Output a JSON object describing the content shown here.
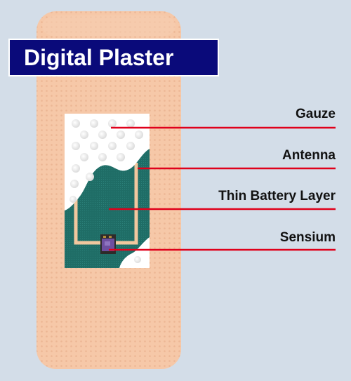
{
  "title": "Digital Plaster",
  "callouts": [
    {
      "id": "gauze",
      "label": "Gauze"
    },
    {
      "id": "antenna",
      "label": "Antenna"
    },
    {
      "id": "battery",
      "label": "Thin Battery Layer"
    },
    {
      "id": "sensium",
      "label": "Sensium"
    }
  ],
  "colors": {
    "background": "#d3dde8",
    "plaster": "#f6c8a8",
    "plaster_dots": "#e8ad8a",
    "title_bg": "#0a0a7a",
    "title_text": "#ffffff",
    "leader_line": "#e0001b",
    "battery_layer": "#1f6d66",
    "antenna": "#f2c79e",
    "gauze": "#ffffff",
    "sensium_chip": "#6d4fa0"
  }
}
